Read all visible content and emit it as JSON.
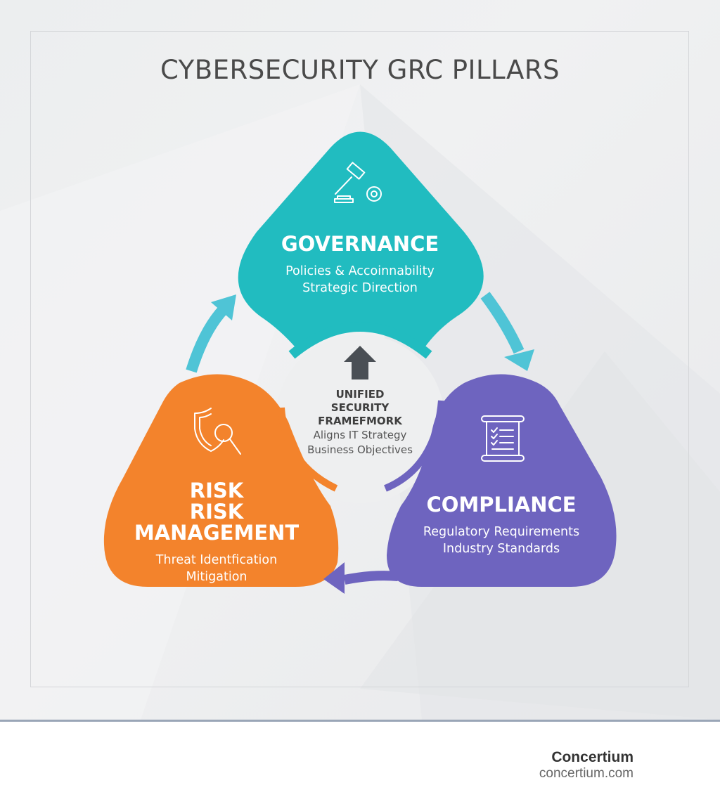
{
  "title": "CYBERSECURITY GRC PILLARS",
  "colors": {
    "governance": "#21bcc0",
    "risk": "#f3832c",
    "compliance": "#6e64bf",
    "arrow_cyan": "#4fc4d6",
    "arrow_purple": "#6e64bf",
    "center_arrow": "#4a4f55",
    "background": "#eceeef",
    "divider": "#9aa6b7"
  },
  "pillars": {
    "governance": {
      "title": "GOVERNANCE",
      "lines": [
        "Policies & Accoinnability",
        "Strategic Direction"
      ],
      "icon": "gavel-gear-icon"
    },
    "risk": {
      "title_line1": "RISK",
      "title_line2": "RISK MANAGEMENT",
      "lines": [
        "Threat Identfication",
        "Mitigation"
      ],
      "icon": "shield-magnifier-icon"
    },
    "compliance": {
      "title": "COMPLIANCE",
      "lines": [
        "Regulatory Requirements",
        "Industry Standards"
      ],
      "icon": "checklist-scroll-icon"
    }
  },
  "center": {
    "title_lines": [
      "UNIFIED",
      "SECURITY",
      "FRAMEFMORK"
    ],
    "lines": [
      "Aligns IT Strategy",
      "Business Objectives"
    ],
    "icon": "up-arrow-icon"
  },
  "cycle_arrows": [
    {
      "from": "risk",
      "to": "governance",
      "direction": "up-right"
    },
    {
      "from": "governance",
      "to": "compliance",
      "direction": "down-right"
    },
    {
      "from": "compliance",
      "to": "risk",
      "direction": "left"
    }
  ],
  "footer": {
    "brand": "Concertium",
    "url": "concertium.com"
  }
}
